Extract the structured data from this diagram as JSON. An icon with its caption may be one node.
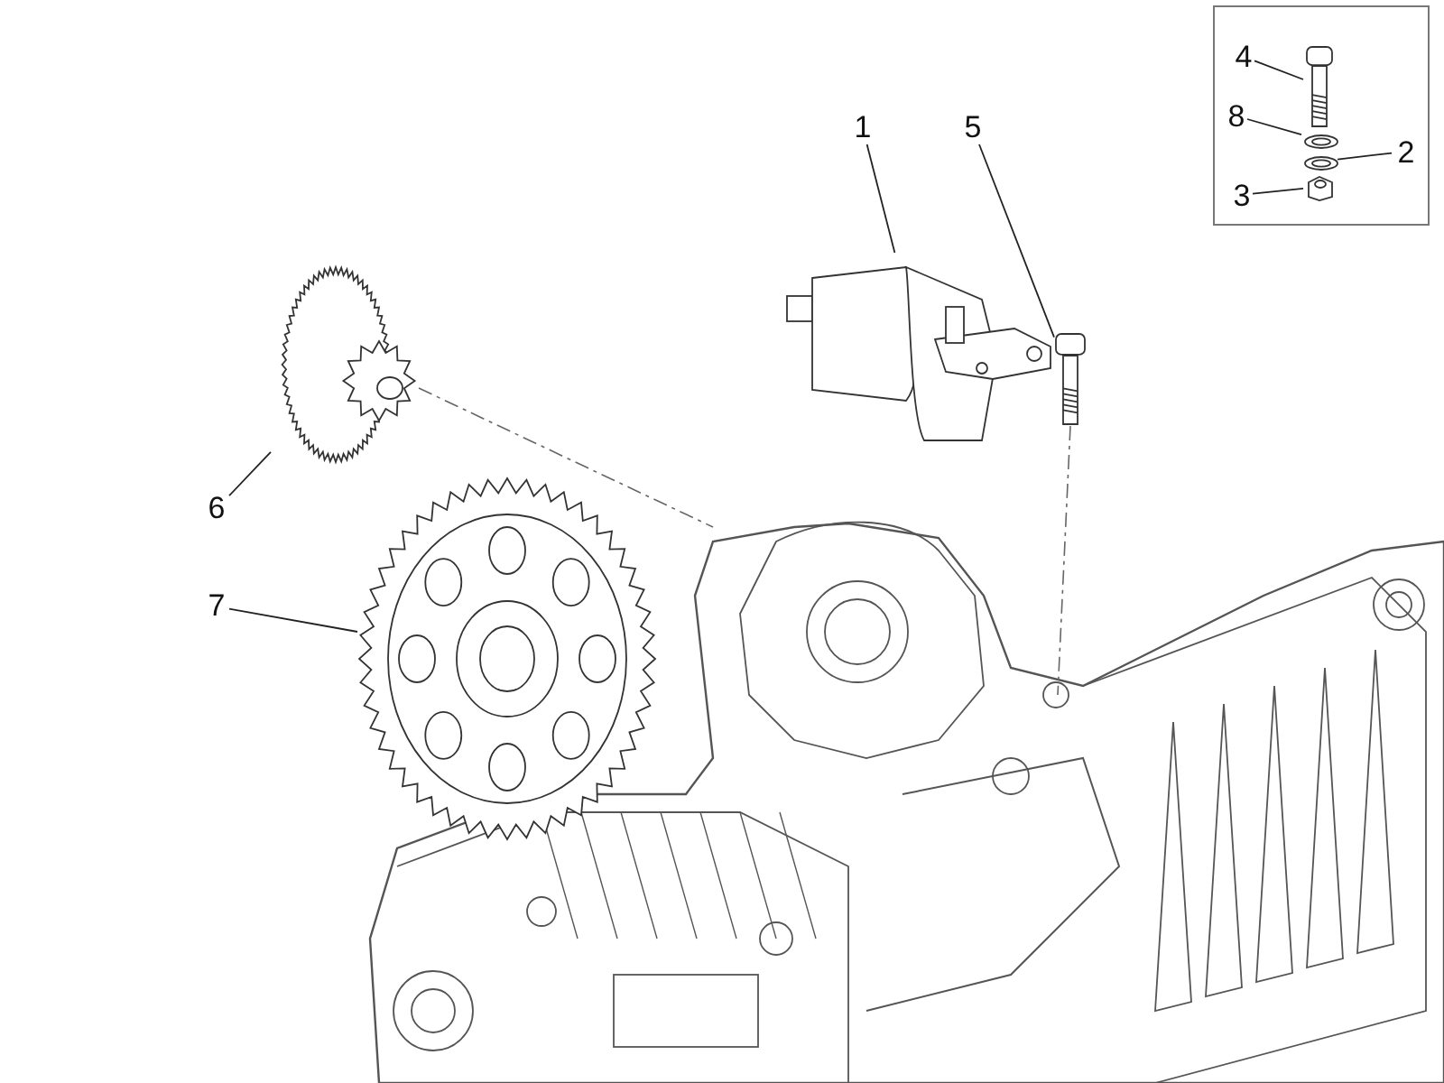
{
  "diagram": {
    "nodes": [
      {
        "text": [],
        "shape": "box"
      },
      {
        "text": [
          "1"
        ]
      },
      {
        "text": [
          "5"
        ]
      },
      {
        "text": [
          "4"
        ],
        "in": 0
      },
      {
        "text": [
          "8"
        ],
        "in": 0
      },
      {
        "text": [
          "2"
        ],
        "in": 0
      },
      {
        "text": [
          "3"
        ],
        "in": 0
      },
      {
        "text": [
          "6"
        ]
      },
      {
        "text": [
          "7"
        ]
      },
      {
        "text": [],
        "shape": "picture"
      },
      {
        "text": [],
        "shape": "picture"
      },
      {
        "text": [],
        "shape": "picture",
        "in": 0
      },
      {
        "text": [],
        "shape": "picture",
        "in": 0
      },
      {
        "text": [],
        "shape": "picture",
        "in": 0
      },
      {
        "text": [],
        "shape": "picture",
        "in": 0
      },
      {
        "text": [],
        "shape": "picture"
      },
      {
        "text": [],
        "shape": "picture"
      }
    ],
    "edges": [
      {
        "from": 1,
        "to": 9,
        "arrow": "none"
      },
      {
        "from": 2,
        "to": 10,
        "arrow": "none"
      },
      {
        "from": 3,
        "to": 11,
        "arrow": "none"
      },
      {
        "from": 4,
        "to": 12,
        "arrow": "none"
      },
      {
        "from": 5,
        "to": 13,
        "arrow": "none"
      },
      {
        "from": 6,
        "to": 14,
        "arrow": "none"
      },
      {
        "from": 7,
        "to": 15,
        "arrow": "none"
      },
      {
        "from": 8,
        "to": 16,
        "arrow": "none"
      }
    ]
  }
}
